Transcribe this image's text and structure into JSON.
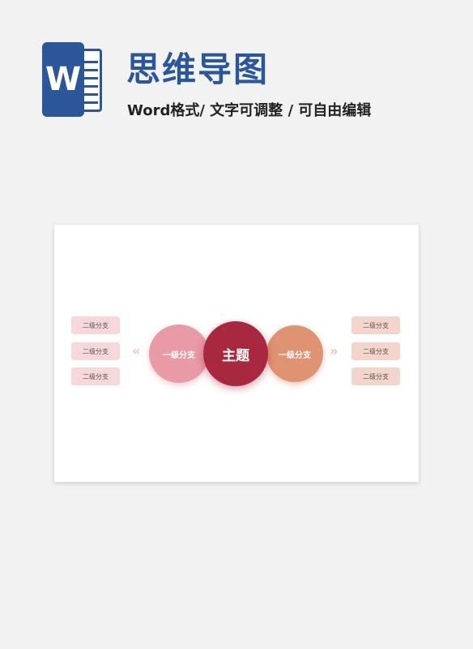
{
  "header": {
    "logo_letter": "W",
    "title": "思维导图",
    "subtitle": "Word格式/ 文字可调整 / 可自由编辑"
  },
  "mindmap": {
    "center": "主题",
    "left_branch": "一级分支",
    "right_branch": "一级分支",
    "left_children": [
      "二级分支",
      "二级分支",
      "二级分支"
    ],
    "right_children": [
      "二级分支",
      "二级分支",
      "二级分支"
    ],
    "left_arrow": "«",
    "right_arrow": "»"
  },
  "colors": {
    "brand": "#2b579a",
    "center": "#a8283f",
    "left_branch": "#e89aa7",
    "right_branch": "#df9373",
    "left_child_bg": "#f6d8da",
    "right_child_bg": "#f4d5cb"
  }
}
